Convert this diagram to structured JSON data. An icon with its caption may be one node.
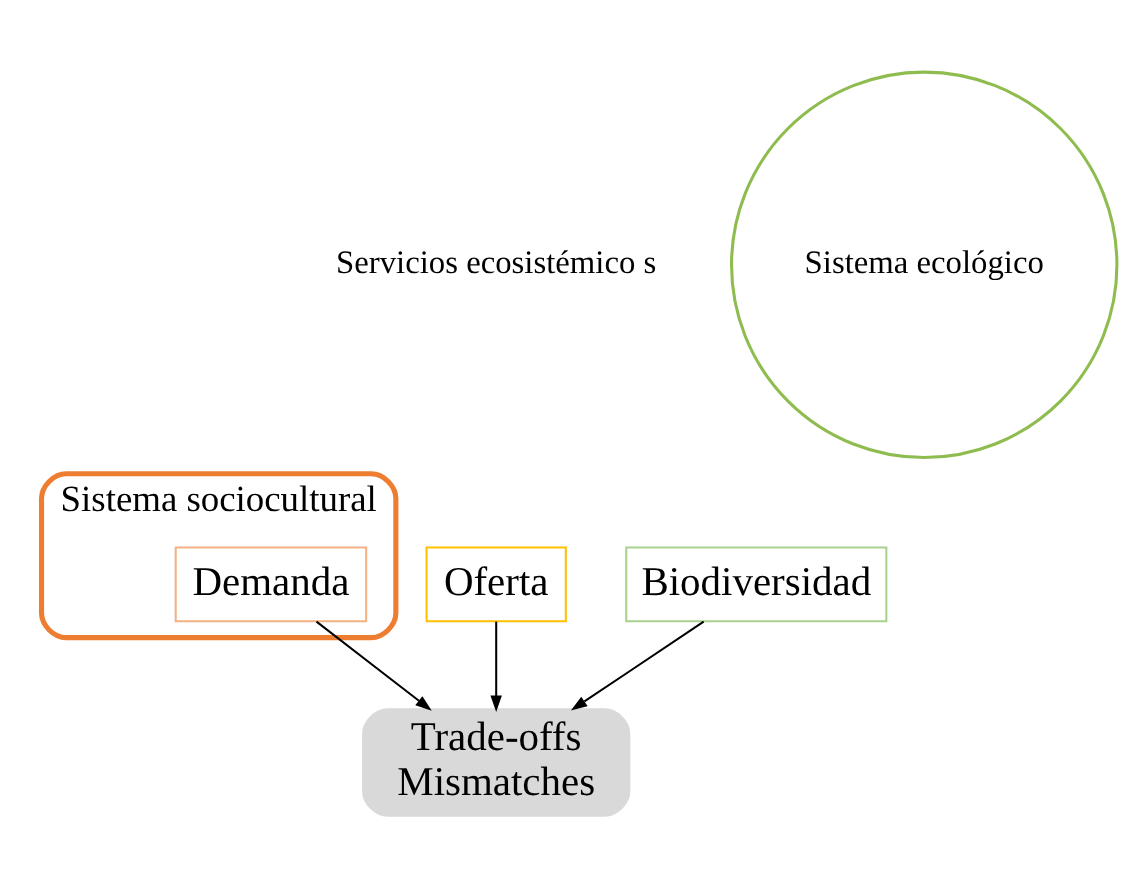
{
  "diagram": {
    "nodes": [
      {
        "text": [
          "Sistema sociocultural"
        ]
      },
      {
        "text": [
          "Sistema ecológico"
        ]
      },
      {
        "text": [
          "Demanda"
        ],
        "in": 0
      },
      {
        "text": [
          "Oferta"
        ]
      },
      {
        "text": [
          "Biodiversidad"
        ]
      },
      {
        "text": [
          "Trade-offs",
          "Mismatches"
        ]
      }
    ],
    "edges": [
      {
        "from": 2,
        "to": 5,
        "arrow": "to"
      },
      {
        "from": 3,
        "to": 5,
        "arrow": "to"
      },
      {
        "from": 4,
        "to": 5,
        "arrow": "to"
      }
    ],
    "labels": [
      "Servicios ecosistémico s"
    ]
  }
}
